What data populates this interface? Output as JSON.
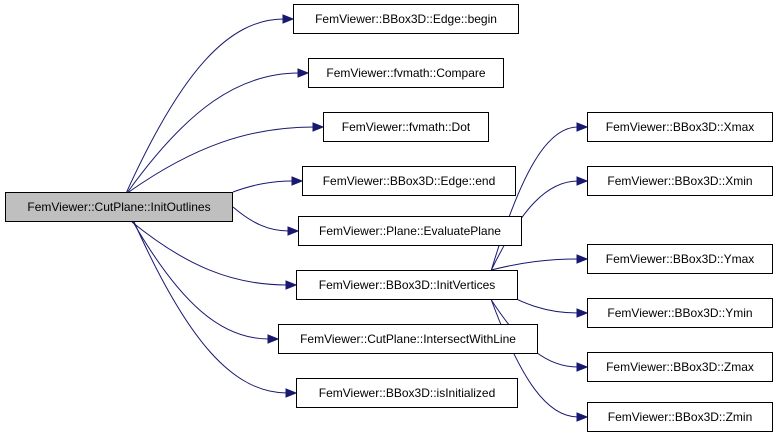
{
  "diagram": {
    "type": "call-graph",
    "edge_color": "#191970",
    "root_fill": "#bfbfbf",
    "nodes": [
      {
        "id": "root",
        "label": "FemViewer::CutPlane::InitOutlines",
        "root": true
      },
      {
        "id": "edge_begin",
        "label": "FemViewer::BBox3D::Edge::begin"
      },
      {
        "id": "fvmath_compare",
        "label": "FemViewer::fvmath::Compare"
      },
      {
        "id": "fvmath_dot",
        "label": "FemViewer::fvmath::Dot"
      },
      {
        "id": "edge_end",
        "label": "FemViewer::BBox3D::Edge::end"
      },
      {
        "id": "evaluate_plane",
        "label": "FemViewer::Plane::EvaluatePlane"
      },
      {
        "id": "init_vertices",
        "label": "FemViewer::BBox3D::InitVertices"
      },
      {
        "id": "intersect_with_line",
        "label": "FemViewer::CutPlane::IntersectWithLine"
      },
      {
        "id": "is_initialized",
        "label": "FemViewer::BBox3D::isInitialized"
      },
      {
        "id": "xmax",
        "label": "FemViewer::BBox3D::Xmax"
      },
      {
        "id": "xmin",
        "label": "FemViewer::BBox3D::Xmin"
      },
      {
        "id": "ymax",
        "label": "FemViewer::BBox3D::Ymax"
      },
      {
        "id": "ymin",
        "label": "FemViewer::BBox3D::Ymin"
      },
      {
        "id": "zmax",
        "label": "FemViewer::BBox3D::Zmax"
      },
      {
        "id": "zmin",
        "label": "FemViewer::BBox3D::Zmin"
      }
    ],
    "edges": [
      {
        "from": "root",
        "to": "edge_begin"
      },
      {
        "from": "root",
        "to": "fvmath_compare"
      },
      {
        "from": "root",
        "to": "fvmath_dot"
      },
      {
        "from": "root",
        "to": "edge_end"
      },
      {
        "from": "root",
        "to": "evaluate_plane"
      },
      {
        "from": "root",
        "to": "init_vertices"
      },
      {
        "from": "root",
        "to": "intersect_with_line"
      },
      {
        "from": "root",
        "to": "is_initialized"
      },
      {
        "from": "init_vertices",
        "to": "xmax"
      },
      {
        "from": "init_vertices",
        "to": "xmin"
      },
      {
        "from": "init_vertices",
        "to": "ymax"
      },
      {
        "from": "init_vertices",
        "to": "ymin"
      },
      {
        "from": "init_vertices",
        "to": "zmax"
      },
      {
        "from": "init_vertices",
        "to": "zmin"
      }
    ]
  }
}
